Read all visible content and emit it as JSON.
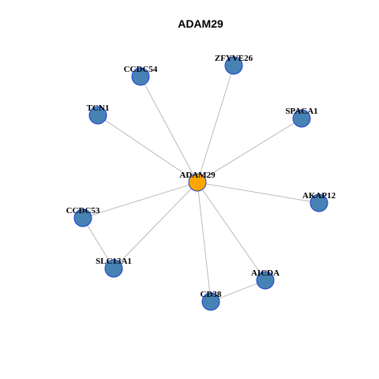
{
  "title": "ADAM29",
  "colors": {
    "center_fill": "#FFA500",
    "node_fill": "#4682B4",
    "node_stroke": "#1F3FD6",
    "edge": "#B3B3B3"
  },
  "nodes": [
    {
      "id": "ADAM29",
      "label": "ADAM29",
      "center": true
    },
    {
      "id": "CCDC54",
      "label": "CCDC54"
    },
    {
      "id": "ZFYVE26",
      "label": "ZFYVE26"
    },
    {
      "id": "TCN1",
      "label": "TCN1"
    },
    {
      "id": "SPACA1",
      "label": "SPACA1"
    },
    {
      "id": "AKAP12",
      "label": "AKAP12"
    },
    {
      "id": "CCDC53",
      "label": "CCDC53"
    },
    {
      "id": "SLC13A1",
      "label": "SLC13A1"
    },
    {
      "id": "AICDA",
      "label": "AICDA"
    },
    {
      "id": "CD38",
      "label": "CD38"
    }
  ],
  "edges": [
    [
      "ADAM29",
      "CCDC54"
    ],
    [
      "ADAM29",
      "ZFYVE26"
    ],
    [
      "ADAM29",
      "TCN1"
    ],
    [
      "ADAM29",
      "SPACA1"
    ],
    [
      "ADAM29",
      "AKAP12"
    ],
    [
      "ADAM29",
      "CCDC53"
    ],
    [
      "ADAM29",
      "SLC13A1"
    ],
    [
      "ADAM29",
      "AICDA"
    ],
    [
      "ADAM29",
      "CD38"
    ],
    [
      "CCDC53",
      "SLC13A1"
    ],
    [
      "AICDA",
      "CD38"
    ]
  ]
}
